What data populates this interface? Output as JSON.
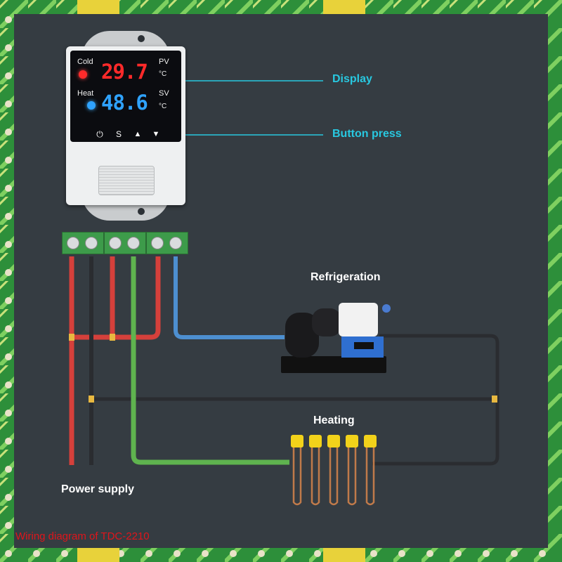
{
  "device": {
    "cold_label": "Cold",
    "heat_label": "Heat",
    "pv_label": "PV",
    "sv_label": "SV",
    "unit_1": "°C",
    "unit_2": "°C",
    "pv_value": "29.7",
    "sv_value": "48.6",
    "btn_power": "⏻",
    "btn_set": "S",
    "btn_up": "▲",
    "btn_down": "▼"
  },
  "annotations": {
    "display": "Display",
    "button_press": "Button press"
  },
  "labels": {
    "refrigeration": "Refrigeration",
    "heating": "Heating",
    "power_supply": "Power supply"
  },
  "caption": "Wiring diagram of TDC-2210",
  "colors": {
    "panel": "#353c42",
    "annotation": "#28c8e0",
    "wire_red": "#d5403b",
    "wire_black": "#2a2c30",
    "wire_green": "#5fb34f",
    "wire_blue": "#4d8fd0",
    "pv_digits": "#ff2a2a",
    "sv_digits": "#2fa3ff",
    "caption": "#e0151b"
  },
  "icons": [
    "power-icon",
    "set-icon",
    "up-arrow-icon",
    "down-arrow-icon",
    "cold-led-icon",
    "heat-led-icon"
  ]
}
